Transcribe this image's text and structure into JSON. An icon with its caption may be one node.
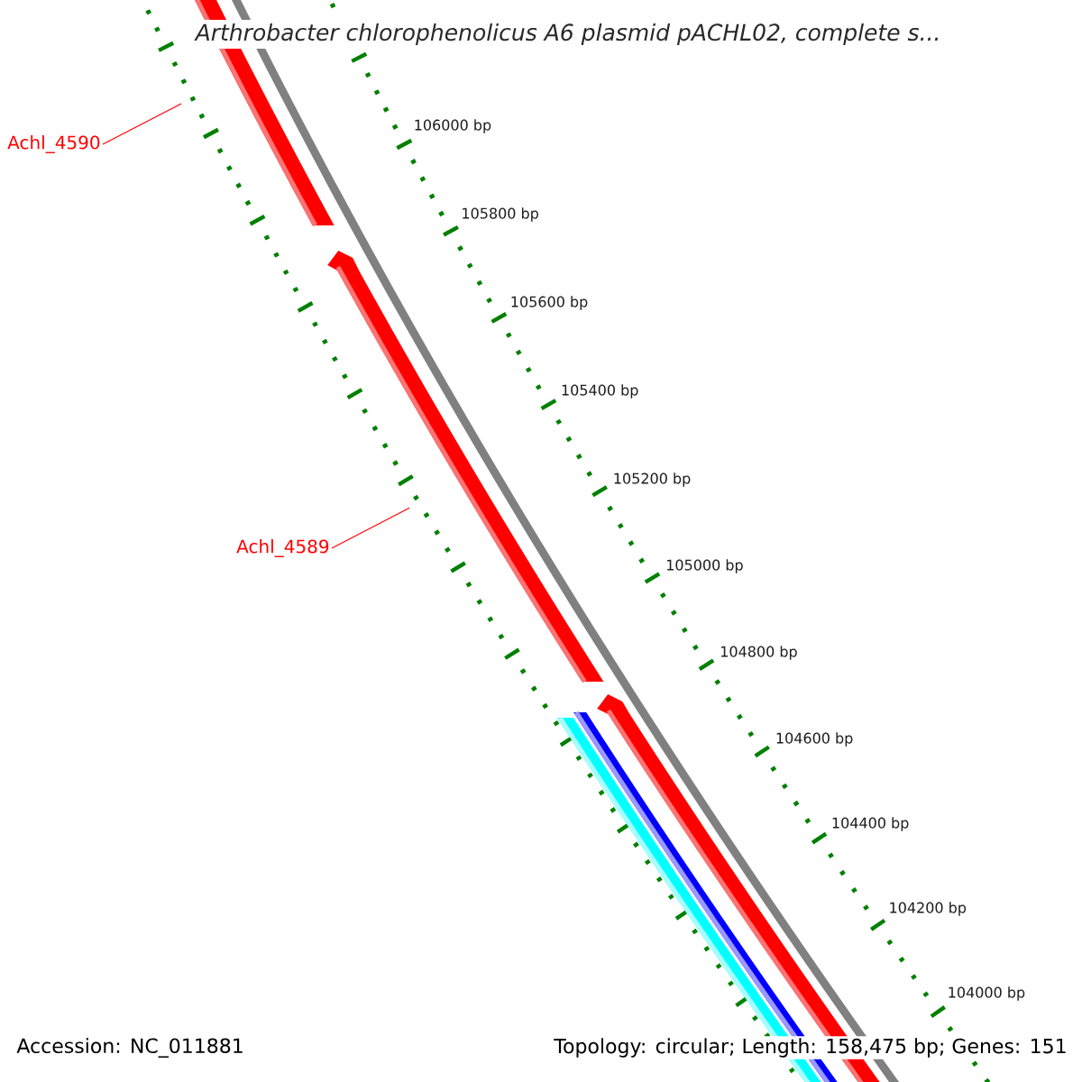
{
  "diagram": {
    "title": "Arthrobacter chlorophenolicus A6 plasmid pACHL02, complete s...",
    "nodes": [
      {
        "text": [
          "Achl_4590"
        ]
      },
      {
        "text": [],
        "shape": "arrow"
      },
      {
        "text": [
          "Achl_4589"
        ]
      },
      {
        "text": [],
        "shape": "arrow"
      }
    ],
    "edges": [
      {
        "from": 0,
        "to": 1,
        "arrow": "none"
      },
      {
        "from": 2,
        "to": 3,
        "arrow": "none"
      }
    ],
    "labels": [
      "106000 bp",
      "105800 bp",
      "105600 bp",
      "105400 bp",
      "105200 bp",
      "105000 bp",
      "104800 bp",
      "104600 bp",
      "104400 bp",
      "104200 bp",
      "104000 bp",
      "Accession: NC_011881",
      "Topology: circular; Length: 158,475 bp; Genes: 151"
    ]
  }
}
